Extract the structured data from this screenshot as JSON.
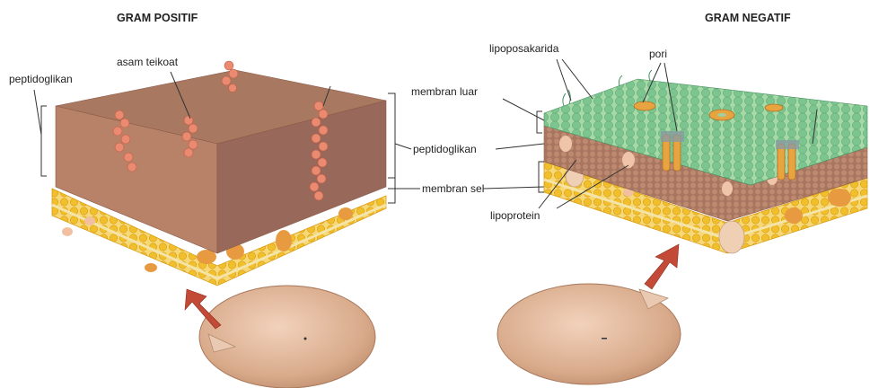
{
  "left_panel": {
    "title": "GRAM POSITIF",
    "labels": {
      "teichoic": "asam teikoat",
      "peptidoglycan": "peptidoglikan"
    }
  },
  "right_panel": {
    "title": "GRAM NEGATIF",
    "labels": {
      "lps": "lipoposakarida",
      "porin": "pori",
      "outer_membrane": "membran luar",
      "lipoprotein": "lipoprotein"
    }
  },
  "shared_labels": {
    "peptidoglycan": "peptidoglikan",
    "cell_membrane": "membran sel"
  },
  "colors": {
    "wall_front": "#b88268",
    "wall_top": "#a87860",
    "wall_side": "#98685a",
    "lipid_head": "#f2bf2c",
    "lps_green": "#7cc590",
    "teichoic": "#ea8a70",
    "cell_body": "#d8aa8a",
    "arrow": "#c24a36"
  }
}
